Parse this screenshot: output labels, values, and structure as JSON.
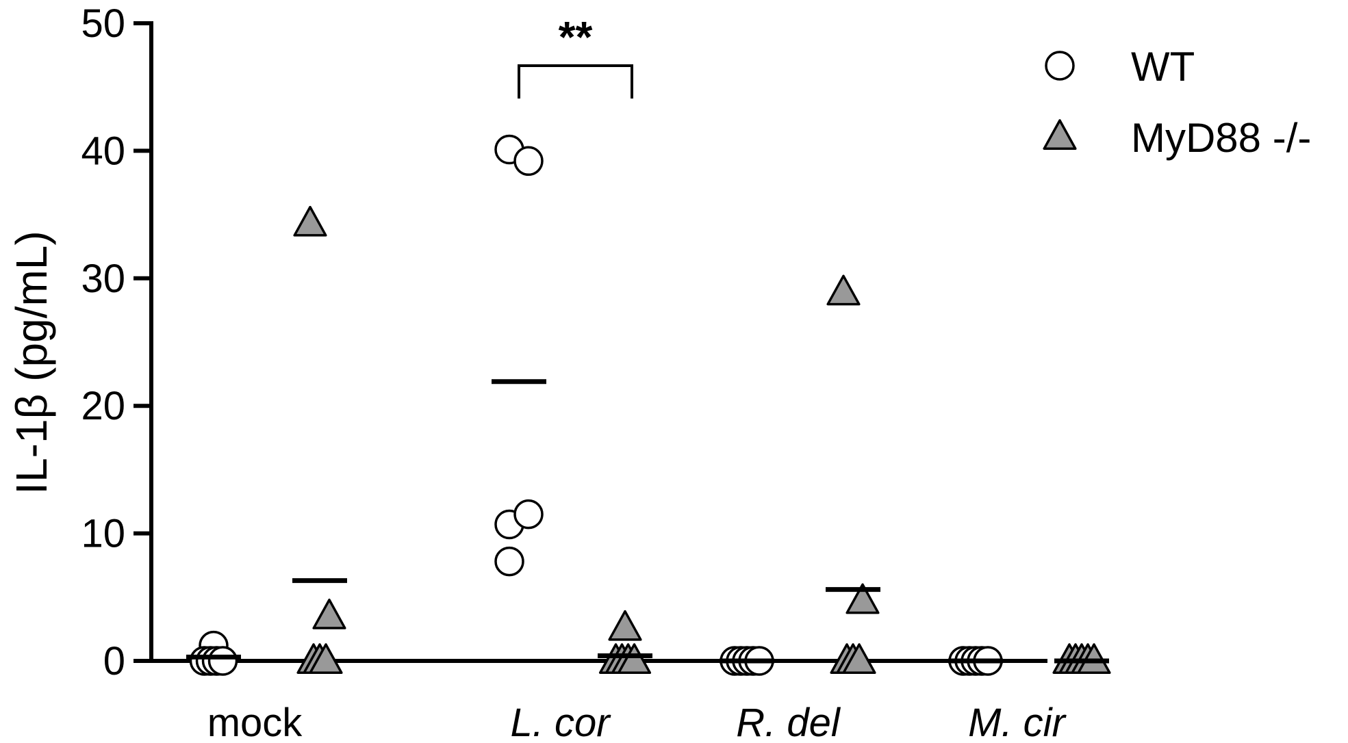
{
  "chart_data": {
    "type": "scatter",
    "ylabel": "IL-1β (pg/mL)",
    "ylim": [
      0,
      50
    ],
    "yticks": [
      "0",
      "10",
      "20",
      "30",
      "40",
      "50"
    ],
    "categories": [
      "mock",
      "L. cor",
      "R. del",
      "M. cir"
    ],
    "category_italic": [
      false,
      true,
      true,
      true
    ],
    "legend_position": "top-right",
    "series": [
      {
        "name": "WT",
        "marker": "circle",
        "color": "#ffffff",
        "points": [
          [
            1.2,
            0,
            0,
            0,
            0
          ],
          [
            40.1,
            39.2,
            10.7,
            11.5,
            7.8
          ],
          [
            0,
            0,
            0,
            0,
            0
          ],
          [
            0,
            0,
            0,
            0,
            0
          ]
        ],
        "means": [
          0.3,
          21.9,
          0,
          0
        ]
      },
      {
        "name": "MyD88 -/-",
        "marker": "triangle",
        "color": "#999999",
        "points": [
          [
            34.3,
            3.5,
            0,
            0,
            0
          ],
          [
            2.6,
            0,
            0,
            0,
            0
          ],
          [
            28.9,
            4.7,
            0,
            0,
            0
          ],
          [
            0,
            0,
            0,
            0,
            0
          ]
        ],
        "means": [
          6.3,
          0.4,
          5.6,
          0
        ]
      }
    ],
    "annotations": [
      {
        "text": "**",
        "category": "L. cor",
        "between": [
          "WT",
          "MyD88 -/-"
        ]
      }
    ]
  }
}
